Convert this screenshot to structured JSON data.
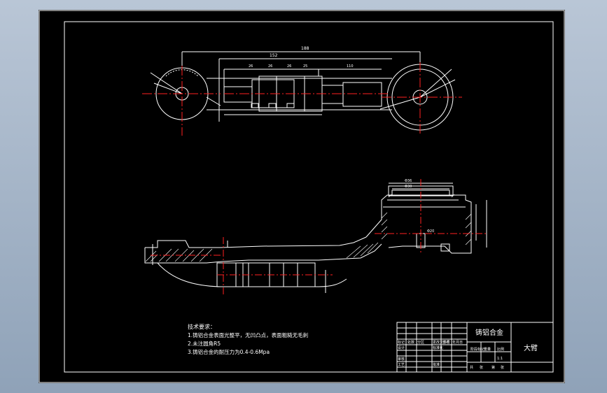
{
  "technical_requirements": {
    "heading": "技术要求：",
    "items": [
      "1.铸铝合金表面光整平，无凹凸点，表面粗糙无毛刺",
      "2.未注圆角R5",
      "3.铸铝合金的耐压力为0.4-0.6Mpa"
    ]
  },
  "title_block": {
    "material": "铸铝合金",
    "part_name": "大臂",
    "scale_label": "比例",
    "scale_value": "1:1",
    "cells": [
      "标记",
      "处数",
      "分区",
      "更改文件号",
      "签名",
      "年月日",
      "设计",
      "标准化",
      "阶段标记",
      "重量",
      "审核",
      "工艺",
      "批准",
      "共",
      "张",
      "第",
      "张"
    ]
  },
  "dimensions": {
    "overall_length": "188",
    "center_distance": "152",
    "lengths": [
      "26",
      "26",
      "26",
      "25",
      "110"
    ],
    "side_widths": [
      "Φ36",
      "Φ30",
      "Φ20"
    ]
  },
  "colors": {
    "background": "#000000",
    "outline": "#ffffff",
    "center_line": "#ff2020",
    "dimension": "#ffffff",
    "frame": "#ffffff"
  }
}
